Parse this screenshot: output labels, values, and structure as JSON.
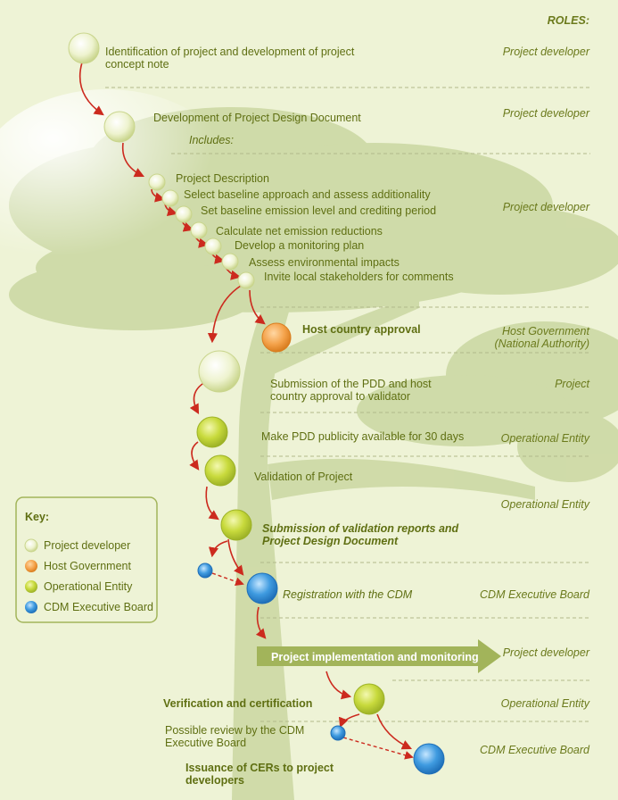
{
  "roles_header": "ROLES:",
  "steps": {
    "s1": "Identification of project and development of project concept note",
    "s2": "Development of Project Design Document",
    "includes": "Includes:",
    "sub": [
      "Project Description",
      "Select baseline approach and assess additionality",
      "Set baseline emission level and crediting period",
      "Calculate net emission reductions",
      "Develop a monitoring plan",
      "Assess environmental impacts",
      "Invite local stakeholders for comments"
    ],
    "host_approval": "Host country approval",
    "submission": "Submission of the PDD and host country approval to validator",
    "publicity": "Make PDD publicity available for 30 days",
    "validation": "Validation of Project",
    "submission_reports": "Submission of validation reports and Project Design Document",
    "registration": "Registration with the CDM",
    "implementation": "Project implementation and monitoring",
    "verification": "Verification and certification",
    "review": "Possible review by the CDM Executive Board",
    "issuance": "Issuance of CERs to project developers"
  },
  "roles": {
    "r1": "Project developer",
    "r2": "Project developer",
    "r3": "Project developer",
    "r4": "Host Government (National Authority)",
    "r5": "Project",
    "r6": "Operational Entity",
    "r7": "Operational Entity",
    "r8": "CDM Executive Board",
    "r9": "Project developer",
    "r10": "Operational Entity",
    "r11": "CDM Executive Board"
  },
  "key": {
    "title": "Key:",
    "items": [
      {
        "label": "Project developer",
        "color": "#eef3cf"
      },
      {
        "label": "Host Government",
        "color": "#f4a24a"
      },
      {
        "label": "Operational Entity",
        "color": "#c8da3c"
      },
      {
        "label": "CDM Executive Board",
        "color": "#3f9be0"
      }
    ]
  },
  "colors": {
    "arrow": "#cc2a1e",
    "text": "#5f6f12",
    "tree": "#c5d39a",
    "banner": "#a2b45a"
  }
}
